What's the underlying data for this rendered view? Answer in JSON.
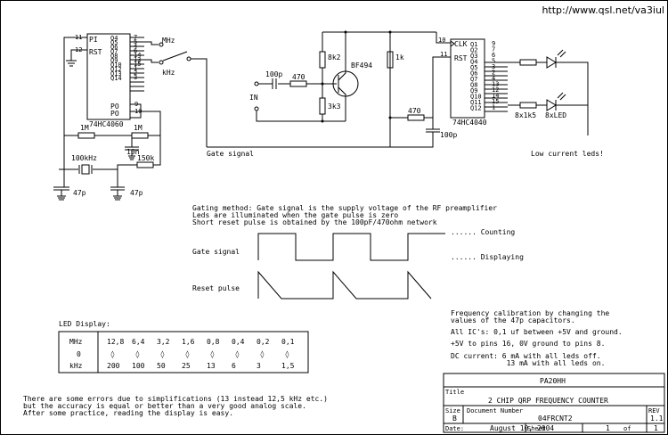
{
  "url": "http://www.qsl.net/va3iul",
  "ic1": {
    "label": "74HC4060",
    "left_pins": [
      "PI",
      "RST"
    ],
    "left_pin_nums": [
      "11",
      "12"
    ],
    "right_pins": [
      "Q4",
      "Q5",
      "Q6",
      "Q7",
      "Q8",
      "Q9",
      "Q10",
      "Q12",
      "Q13",
      "Q14"
    ],
    "right_pin_nums": [
      "7",
      "5",
      "4",
      "6",
      "14",
      "13",
      "15",
      "1",
      "2",
      "3"
    ],
    "po_pins": [
      "PO",
      "PO"
    ],
    "po_pin_nums": [
      "9",
      "10"
    ]
  },
  "ic2": {
    "label": "74HC4040",
    "left_pins": [
      "CLK",
      "RST"
    ],
    "left_pin_nums": [
      "10",
      "11"
    ],
    "right_pins": [
      "Q1",
      "Q2",
      "Q3",
      "Q4",
      "Q5",
      "Q6",
      "Q7",
      "Q8",
      "Q9",
      "Q10",
      "Q11",
      "Q12"
    ],
    "right_pin_nums": [
      "9",
      "7",
      "6",
      "5",
      "3",
      "2",
      "4",
      "13",
      "12",
      "14",
      "15",
      "1"
    ]
  },
  "components": {
    "switch_mhz": "MHz",
    "switch_khz": "kHz",
    "r_1m_a": "1M",
    "r_1m_b": "1M",
    "c_10n": "10n",
    "xtal": "100kHz",
    "r_150k": "150k",
    "c_47p_a": "47p",
    "c_47p_b": "47p",
    "c_100p_in": "100p",
    "r_470_in": "470",
    "r_8k2": "8k2",
    "r_3k3": "3k3",
    "transistor": "BF494",
    "r_1k": "1k",
    "r_470_rst": "470",
    "c_100p_rst": "100p",
    "in_label": "IN",
    "r_8x1k5": "8x1k5",
    "led_8x": "8xLED"
  },
  "labels": {
    "gate_signal": "Gate signal",
    "low_current": "Low current leds!"
  },
  "notes": {
    "gating_lines": [
      "Gating method: Gate signal is the supply voltage of the RF preamplifier",
      "Leds are illuminated when the gate pulse is zero",
      "Short reset pulse is obtained by the 100pF/470ohm network"
    ]
  },
  "timing": {
    "gate_label": "Gate signal",
    "reset_label": "Reset pulse",
    "counting": "...... Counting",
    "displaying": "...... Displaying"
  },
  "led_display": {
    "title": "LED Display:",
    "row_labels": [
      "MHz",
      "0",
      "kHz"
    ],
    "mhz_values": [
      "12,8",
      "6,4",
      "3,2",
      "1,6",
      "0,8",
      "0,4",
      "0,2",
      "0,1"
    ],
    "diamonds": [
      "◊",
      "◊",
      "◊",
      "◊",
      "◊",
      "◊",
      "◊",
      "◊"
    ],
    "khz_values": [
      "200",
      "100",
      "50",
      "25",
      "13",
      "6",
      "3",
      "1,5"
    ]
  },
  "right_notes": [
    "Frequency calibration by changing the",
    "values of the 47p capacitors.",
    "All IC's: 0,1 uf between +5V and ground.",
    "+5V to pins 16, 0V ground to pins 8.",
    "DC current: 6 mA with all leds off.",
    "             13 mA with all leds on."
  ],
  "bottom_notes": [
    "There are some errors due to simplifications (13 instead 12,5 kHz etc.)",
    "but the accuracy is equal or better than a very good analog scale.",
    "After some practice, reading the display is easy."
  ],
  "title_block": {
    "author": "PA20HH",
    "title_label": "Title",
    "title": "2 CHIP QRP FREQUENCY COUNTER",
    "size_label": "Size",
    "size": "B",
    "docnum_label": "Document Number",
    "docnum": "04FRCNT2",
    "rev_label": "REV",
    "rev": "1.1",
    "date_label": "Date:",
    "date": "August 10, 2004",
    "sheet_label": "Sheet",
    "sheet": "1",
    "of_label": "of",
    "of": "1"
  }
}
